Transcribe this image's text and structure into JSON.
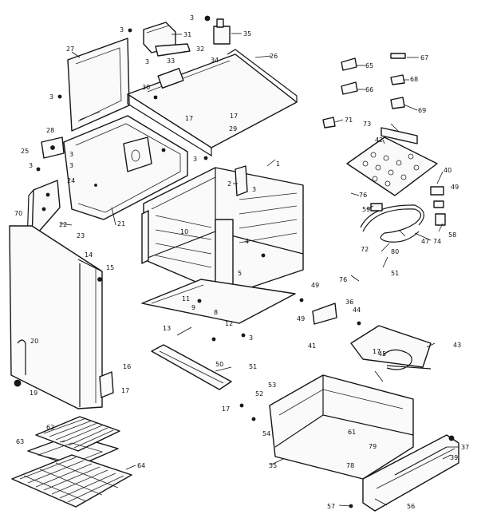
{
  "diagram": {
    "callouts": [
      "3",
      "31",
      "35",
      "3",
      "32",
      "33",
      "34",
      "27",
      "26",
      "67",
      "3",
      "30",
      "65",
      "68",
      "66",
      "69",
      "3",
      "17",
      "17",
      "29",
      "71",
      "73",
      "25",
      "28",
      "3",
      "42",
      "3",
      "24",
      "3",
      "3",
      "1",
      "2",
      "3",
      "40",
      "49",
      "76",
      "59",
      "70",
      "22",
      "23",
      "21",
      "4",
      "10",
      "47",
      "74",
      "72",
      "58",
      "80",
      "51",
      "14",
      "15",
      "5",
      "76",
      "49",
      "11",
      "9",
      "12",
      "13",
      "3",
      "36",
      "44",
      "49",
      "41",
      "20",
      "16",
      "17",
      "19",
      "50",
      "51",
      "53",
      "52",
      "17",
      "43",
      "45",
      "17",
      "62",
      "63",
      "64",
      "54",
      "55",
      "61",
      "79",
      "78",
      "37",
      "39",
      "57",
      "56",
      "8"
    ]
  }
}
